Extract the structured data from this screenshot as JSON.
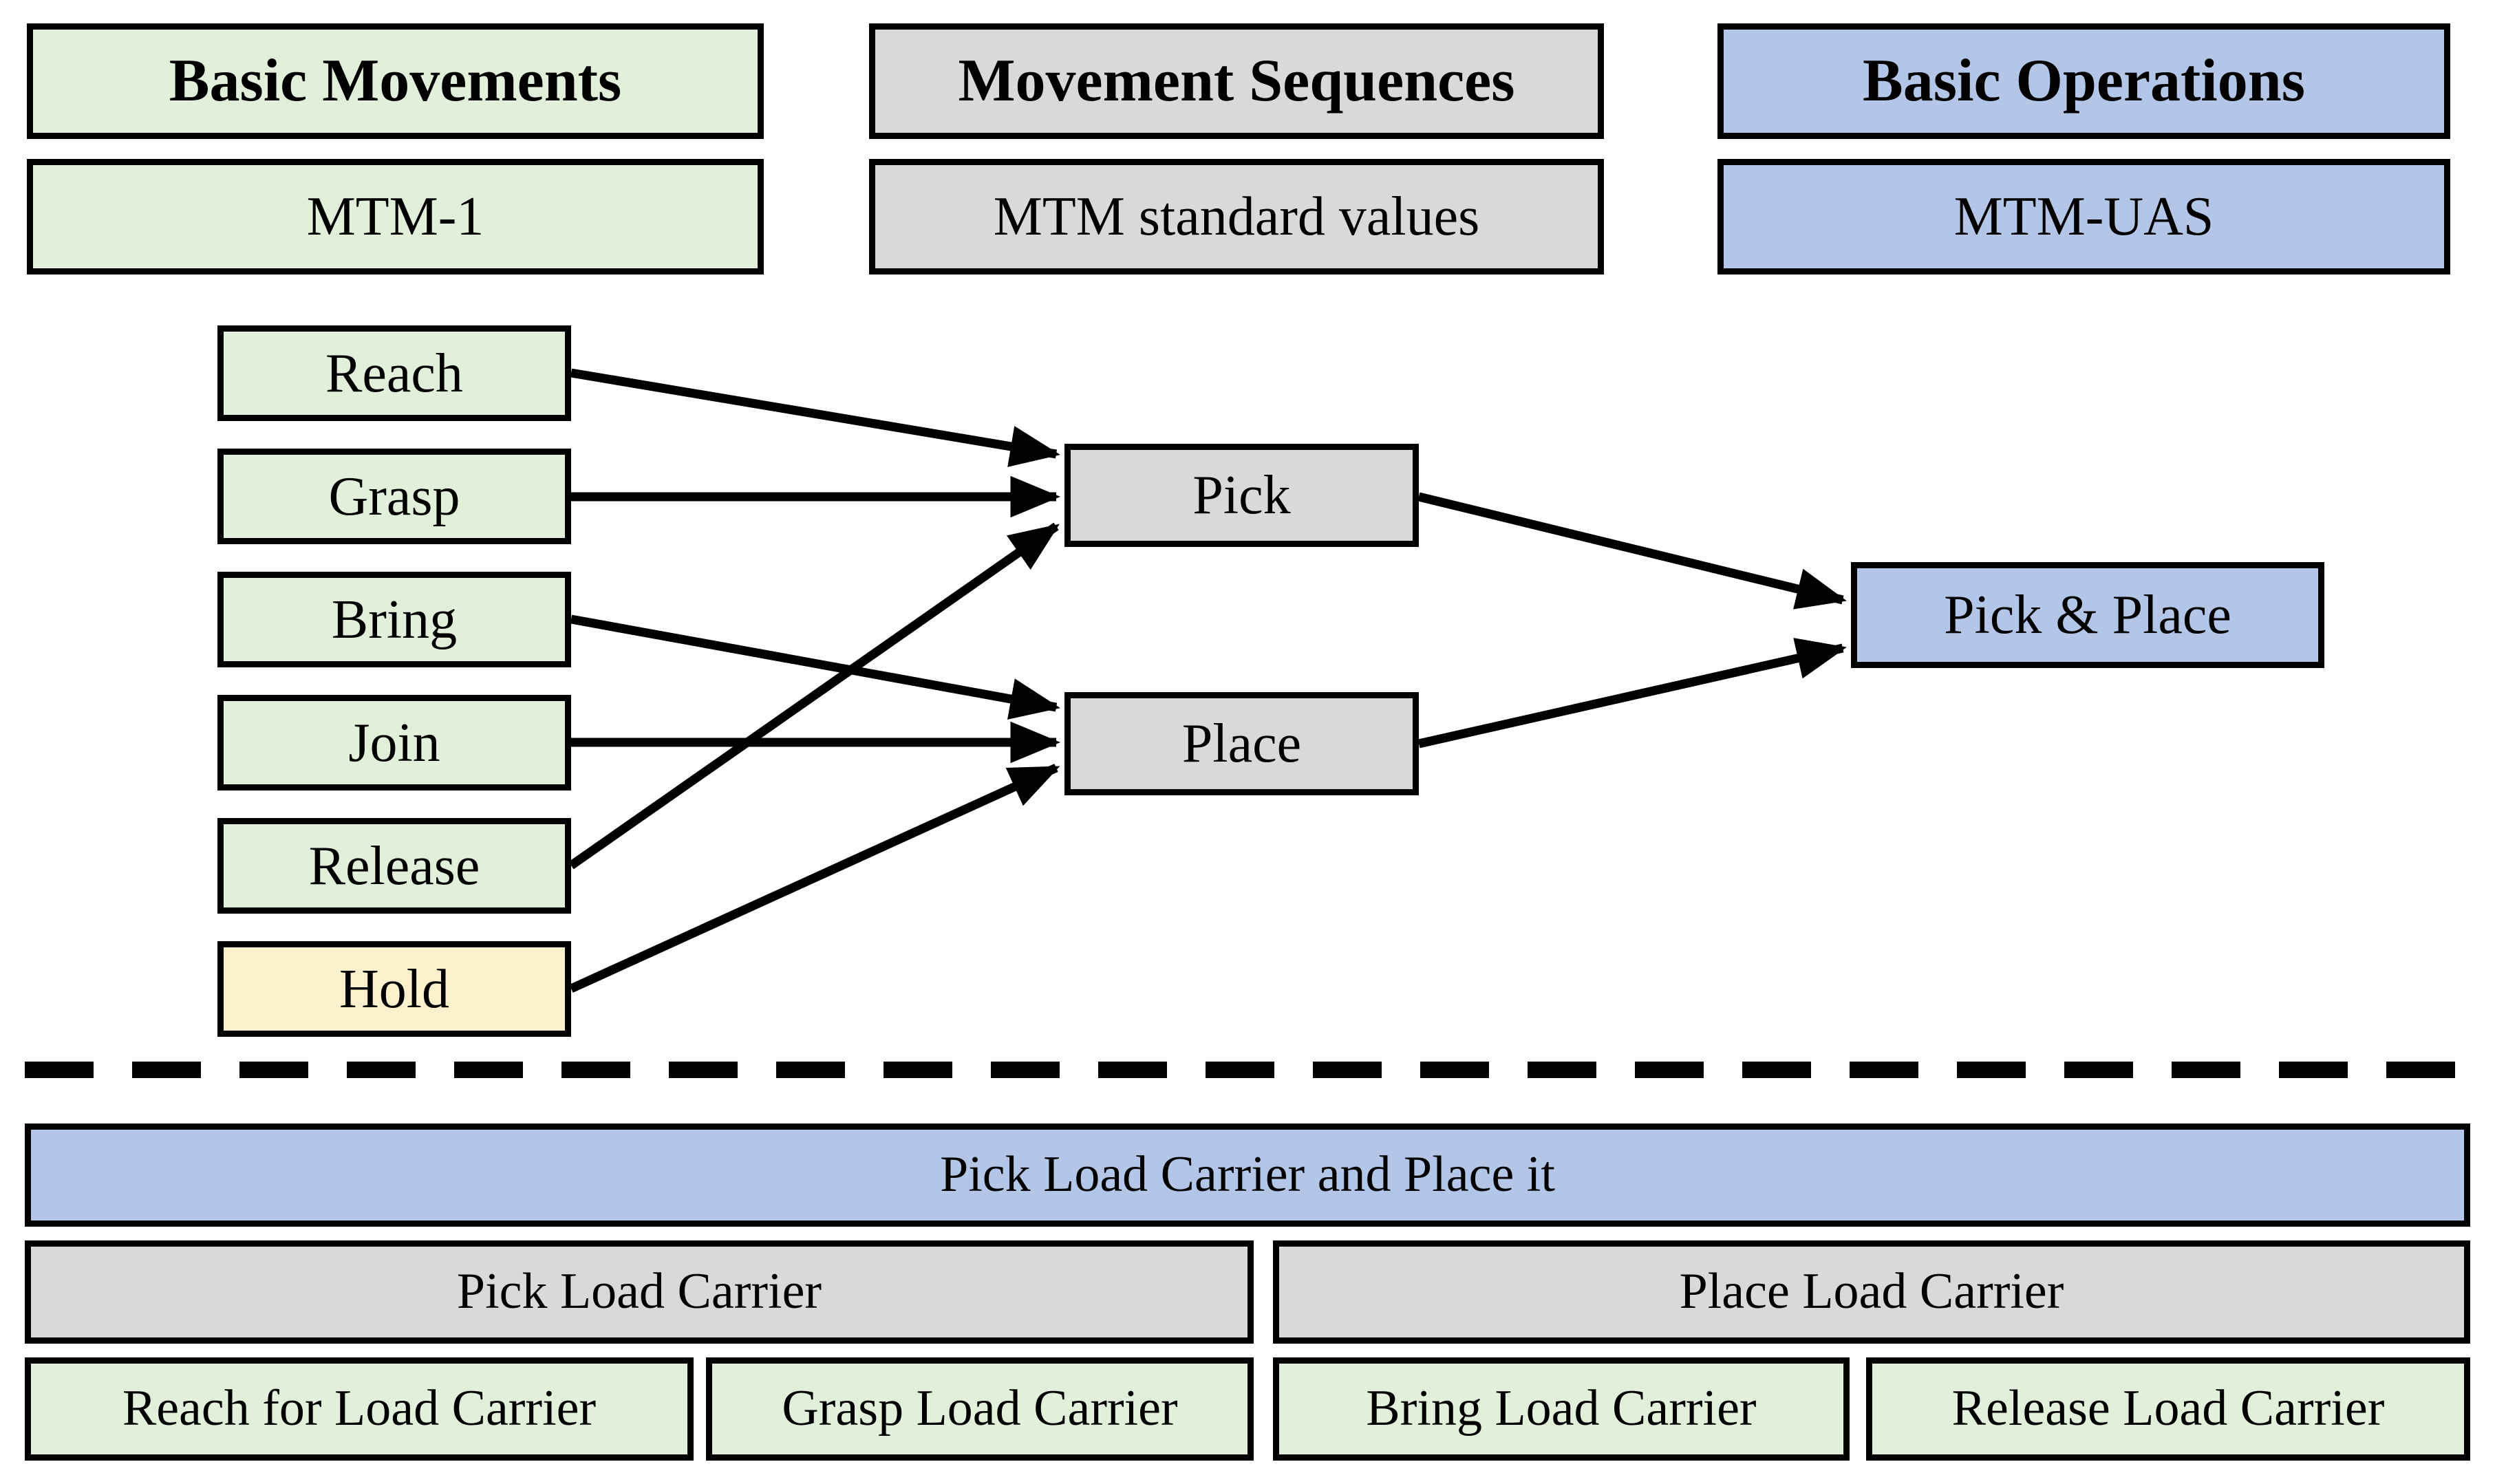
{
  "colors": {
    "green": "#e2efda",
    "gray": "#d9d9d9",
    "blue": "#b4c6e7",
    "cream": "#fdf0cd",
    "border": "#000000",
    "arrow": "#000000"
  },
  "headers": {
    "columns": [
      {
        "id": "basic-movements",
        "title": "Basic Movements",
        "subtitle": "MTM-1",
        "color": "green"
      },
      {
        "id": "movement-sequences",
        "title": "Movement Sequences",
        "subtitle": "MTM standard values",
        "color": "gray"
      },
      {
        "id": "basic-operations",
        "title": "Basic Operations",
        "subtitle": "MTM-UAS",
        "color": "blue"
      }
    ]
  },
  "flow": {
    "movements": [
      {
        "id": "reach",
        "label": "Reach",
        "color": "green"
      },
      {
        "id": "grasp",
        "label": "Grasp",
        "color": "green"
      },
      {
        "id": "bring",
        "label": "Bring",
        "color": "green"
      },
      {
        "id": "join",
        "label": "Join",
        "color": "green"
      },
      {
        "id": "release",
        "label": "Release",
        "color": "green"
      },
      {
        "id": "hold",
        "label": "Hold",
        "color": "cream"
      }
    ],
    "sequences": [
      {
        "id": "pick",
        "label": "Pick",
        "color": "gray"
      },
      {
        "id": "place",
        "label": "Place",
        "color": "gray"
      }
    ],
    "operation": {
      "id": "pick-and-place",
      "label": "Pick & Place",
      "color": "blue"
    },
    "arrows": [
      {
        "from": "reach",
        "to": "pick"
      },
      {
        "from": "grasp",
        "to": "pick"
      },
      {
        "from": "bring",
        "to": "place"
      },
      {
        "from": "join",
        "to": "place"
      },
      {
        "from": "release",
        "to": "pick"
      },
      {
        "from": "hold",
        "to": "place"
      },
      {
        "from": "pick",
        "to": "pick-and-place"
      },
      {
        "from": "place",
        "to": "pick-and-place"
      }
    ]
  },
  "bottom": {
    "operation": "Pick Load Carrier and Place it",
    "sequences": [
      {
        "label": "Pick Load Carrier"
      },
      {
        "label": "Place Load Carrier"
      }
    ],
    "movements": [
      {
        "label": "Reach for Load Carrier"
      },
      {
        "label": "Grasp Load Carrier"
      },
      {
        "label": "Bring Load Carrier"
      },
      {
        "label": "Release Load Carrier"
      }
    ]
  }
}
